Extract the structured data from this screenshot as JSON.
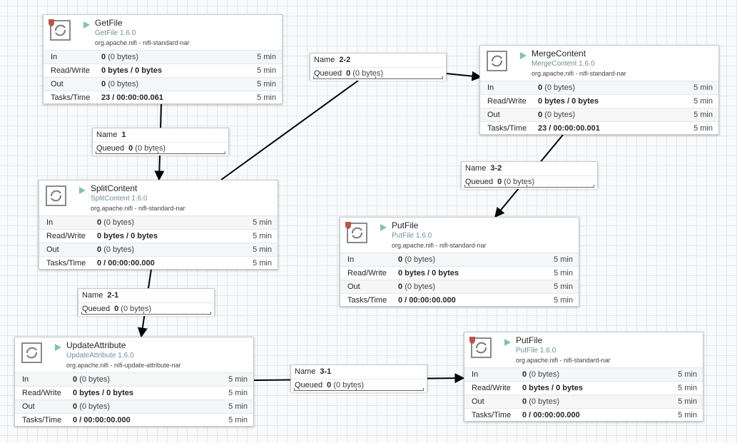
{
  "canvas": {
    "background": "#f9fafb",
    "grid_color": "#e3e8eb",
    "edge_color": "#000000"
  },
  "stat_labels": {
    "in": "In",
    "rw": "Read/Write",
    "out": "Out",
    "tasks": "Tasks/Time"
  },
  "processors": [
    {
      "id": "getfile",
      "name": "GetFile",
      "type": "GetFile 1.6.0",
      "bundle": "org.apache.nifi - nifi-standard-nar",
      "invalid": true,
      "in_val": "0",
      "in_rest": "(0 bytes)",
      "rw_val": "0 bytes / 0 bytes",
      "out_val": "0",
      "out_rest": "(0 bytes)",
      "tasks_val": "23 / 00:00:00.061",
      "window": "5 min"
    },
    {
      "id": "mergecontent",
      "name": "MergeContent",
      "type": "MergeContent 1.6.0",
      "bundle": "org.apache.nifi - nifi-standard-nar",
      "invalid": false,
      "in_val": "0",
      "in_rest": "(0 bytes)",
      "rw_val": "0 bytes / 0 bytes",
      "out_val": "0",
      "out_rest": "(0 bytes)",
      "tasks_val": "23 / 00:00:00.001",
      "window": "5 min"
    },
    {
      "id": "splitcontent",
      "name": "SplitContent",
      "type": "SplitContent 1.6.0",
      "bundle": "org.apache.nifi - nifi-standard-nar",
      "invalid": false,
      "in_val": "0",
      "in_rest": "(0 bytes)",
      "rw_val": "0 bytes / 0 bytes",
      "out_val": "0",
      "out_rest": "(0 bytes)",
      "tasks_val": "0 / 00:00:00.000",
      "window": "5 min"
    },
    {
      "id": "putfile1",
      "name": "PutFile",
      "type": "PutFile 1.6.0",
      "bundle": "org.apache.nifi - nifi-standard-nar",
      "invalid": true,
      "in_val": "0",
      "in_rest": "(0 bytes)",
      "rw_val": "0 bytes / 0 bytes",
      "out_val": "0",
      "out_rest": "(0 bytes)",
      "tasks_val": "0 / 00:00:00.000",
      "window": "5 min"
    },
    {
      "id": "updateattribute",
      "name": "UpdateAttribute",
      "type": "UpdateAttribute 1.6.0",
      "bundle": "org.apache.nifi - nifi-update-attribute-nar",
      "invalid": false,
      "in_val": "0",
      "in_rest": "(0 bytes)",
      "rw_val": "0 bytes / 0 bytes",
      "out_val": "0",
      "out_rest": "(0 bytes)",
      "tasks_val": "0 / 00:00:00.000",
      "window": "5 min"
    },
    {
      "id": "putfile2",
      "name": "PutFile",
      "type": "PutFile 1.6.0",
      "bundle": "org.apache.nifi - nifi-standard-nar",
      "invalid": true,
      "in_val": "0",
      "in_rest": "(0 bytes)",
      "rw_val": "0 bytes / 0 bytes",
      "out_val": "0",
      "out_rest": "(0 bytes)",
      "tasks_val": "0 / 00:00:00.000",
      "window": "5 min"
    }
  ],
  "connections": [
    {
      "id": "c1",
      "name_label": "Name",
      "name": "1",
      "queued_label": "Queued",
      "count": "0",
      "size": "(0 bytes)"
    },
    {
      "id": "c22",
      "name_label": "Name",
      "name": "2-2",
      "queued_label": "Queued",
      "count": "0",
      "size": "(0 bytes)"
    },
    {
      "id": "c32",
      "name_label": "Name",
      "name": "3-2",
      "queued_label": "Queued",
      "count": "0",
      "size": "(0 bytes)"
    },
    {
      "id": "c21",
      "name_label": "Name",
      "name": "2-1",
      "queued_label": "Queued",
      "count": "0",
      "size": "(0 bytes)"
    },
    {
      "id": "c31",
      "name_label": "Name",
      "name": "3-1",
      "queued_label": "Queued",
      "count": "0",
      "size": "(0 bytes)"
    }
  ]
}
